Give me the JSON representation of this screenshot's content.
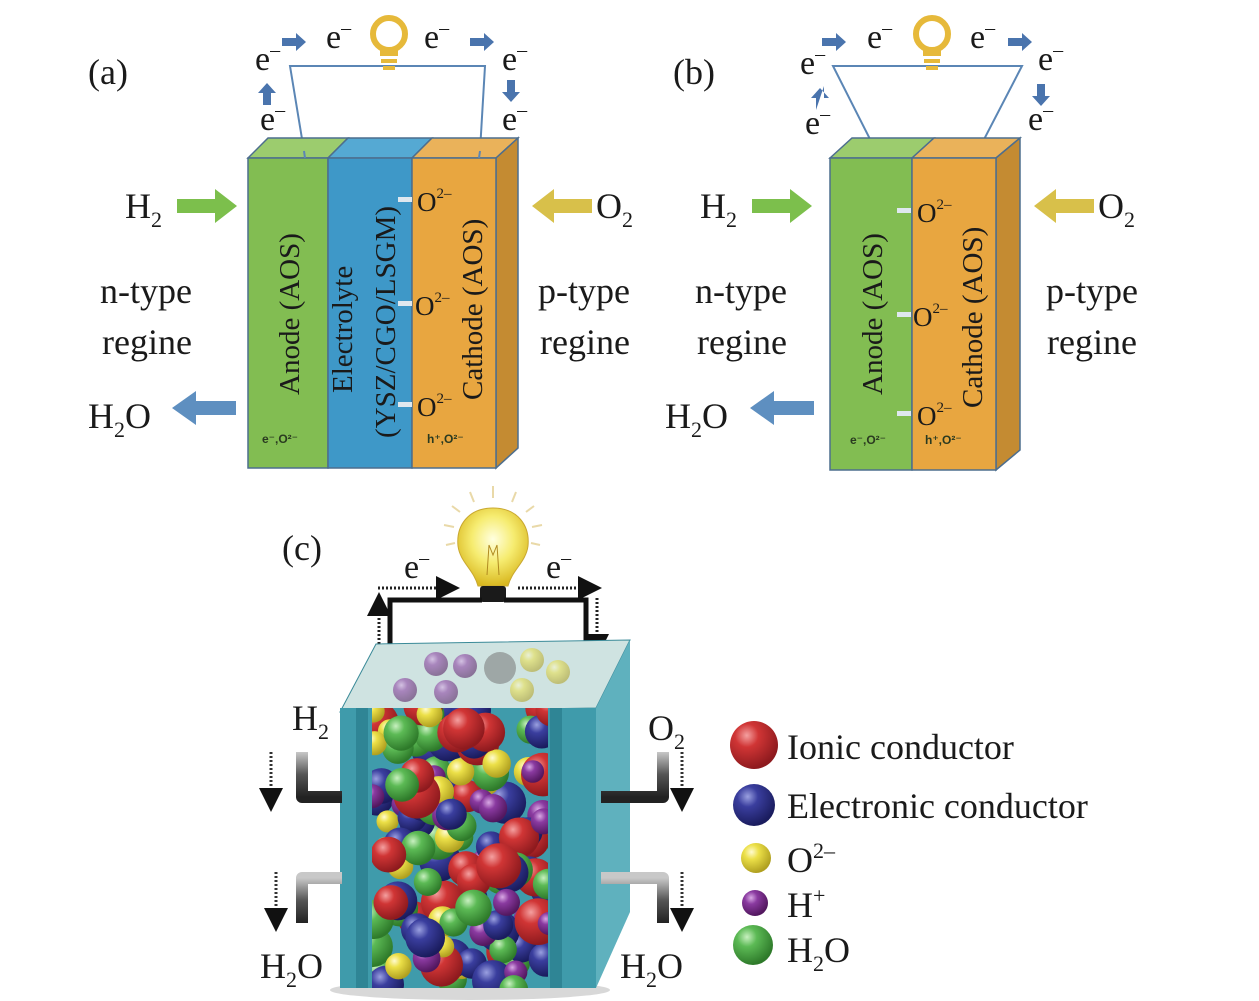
{
  "colors": {
    "anode": "#82bd52",
    "anode_top": "#9ccc6e",
    "electrolyte": "#3e98c8",
    "electrolyte_top": "#55a9d3",
    "cathode": "#e8a640",
    "cathode_top": "#eab25a",
    "side": "#c48b32",
    "wire": "#5b86b5",
    "arrow_blue": "#4a74ad",
    "h2_arrow": "#7cbf4c",
    "o2_arrow": "#d8c04a",
    "h2o_arrow": "#5e8fc0",
    "bulb": "#e6b93a",
    "cell_c": "#3f9bab",
    "ionic": "#c0272d",
    "electronic": "#2b2e8a",
    "oxide": "#e5d43a",
    "proton": "#7a2c8e",
    "water": "#4ea84a"
  },
  "panel_a": {
    "label": "(a)",
    "electron": "e",
    "electron_sup": "–",
    "h2": "H",
    "h2_sub": "2",
    "o2": "O",
    "o2_sub": "2",
    "h2o_h": "H",
    "h2o_sub": "2",
    "h2o_o": "O",
    "left_regime_1": "n-type",
    "left_regime_2": "regine",
    "right_regime_1": "p-type",
    "right_regime_2": "regine",
    "anode_label": "Anode (AOS)",
    "electrolyte_label_1": "Electrolyte",
    "electrolyte_label_2": "(YSZ/CGO/LSGM)",
    "cathode_label": "Cathode (AOS)",
    "oxide_ion": "O",
    "oxide_sup": "2–",
    "anode_carriers": "e⁻,O²⁻",
    "cathode_carriers": "h⁺,O²⁻"
  },
  "panel_b": {
    "label": "(b)",
    "electron": "e",
    "electron_sup": "–",
    "h2": "H",
    "h2_sub": "2",
    "o2": "O",
    "o2_sub": "2",
    "h2o_h": "H",
    "h2o_sub": "2",
    "h2o_o": "O",
    "left_regime_1": "n-type",
    "left_regime_2": "regine",
    "right_regime_1": "p-type",
    "right_regime_2": "regine",
    "anode_label": "Anode (AOS)",
    "cathode_label": "Cathode (AOS)",
    "oxide_ion": "O",
    "oxide_sup": "2–",
    "anode_carriers": "e⁻,O²⁻",
    "cathode_carriers": "h⁺,O²⁻"
  },
  "panel_c": {
    "label": "(c)",
    "electron": "e",
    "electron_sup": "–",
    "h2": "H",
    "h2_sub": "2",
    "o2": "O",
    "o2_sub": "2",
    "h2o_h": "H",
    "h2o_sub": "2",
    "h2o_o": "O",
    "legend": [
      {
        "name": "ionic",
        "text": "Ionic conductor",
        "sup": ""
      },
      {
        "name": "electronic",
        "text": "Electronic conductor",
        "sup": ""
      },
      {
        "name": "oxide",
        "text": "O",
        "sup": "2–"
      },
      {
        "name": "proton",
        "text": "H",
        "sup": "+"
      },
      {
        "name": "water",
        "text": "H",
        "sub": "2",
        "after": "O"
      }
    ]
  }
}
